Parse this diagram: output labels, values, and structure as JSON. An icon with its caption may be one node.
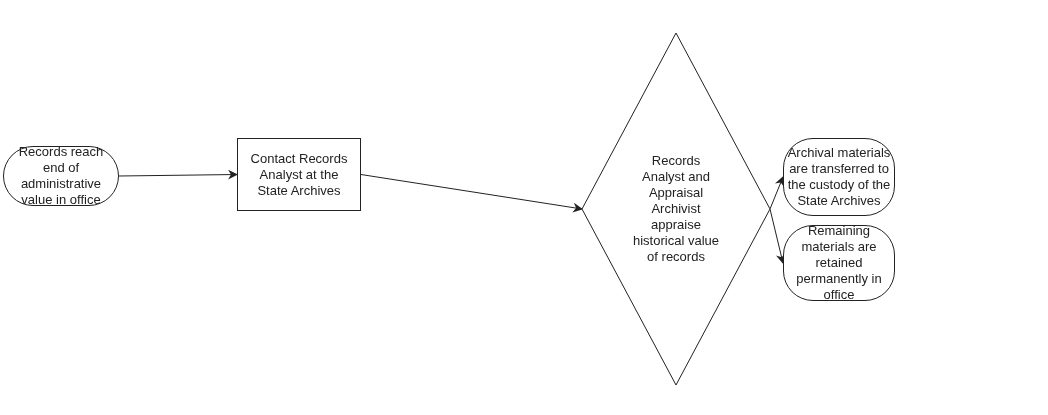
{
  "diagram": {
    "nodes": [
      {
        "text": [
          "Records reach end of administrative value in office"
        ]
      },
      {
        "text": [
          "Contact Records Analyst at the State Archives"
        ]
      },
      {
        "text": [
          "Records Analyst and Appraisal Archivist appraise historical value of records"
        ]
      },
      {
        "text": [
          "Archival materials are transferred to the custody of the State Archives"
        ]
      },
      {
        "text": [
          "Remaining materials are retained permanently in office"
        ]
      }
    ],
    "edges": [
      {
        "from": 0,
        "to": 1,
        "arrow": "to"
      },
      {
        "from": 1,
        "to": 2,
        "arrow": "to"
      },
      {
        "from": 2,
        "to": 3,
        "arrow": "to"
      },
      {
        "from": 2,
        "to": 4,
        "arrow": "to"
      }
    ]
  }
}
